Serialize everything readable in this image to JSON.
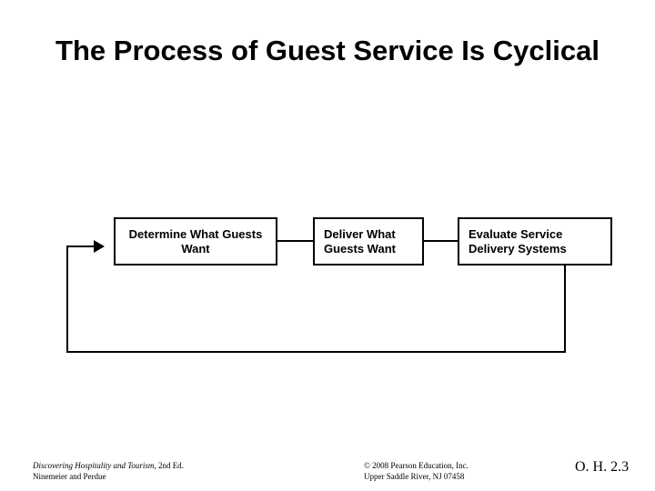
{
  "slide": {
    "title": "The Process of Guest Service Is Cyclical",
    "background_color": "#ffffff",
    "text_color": "#000000"
  },
  "diagram": {
    "type": "cycle-flow",
    "boxes": [
      {
        "id": "determine",
        "label": "Determine What Guests Want"
      },
      {
        "id": "deliver",
        "label": "Deliver What Guests Want"
      },
      {
        "id": "evaluate",
        "label": "Evaluate Service Delivery Systems"
      }
    ],
    "connectors": [
      {
        "from": "determine",
        "to": "deliver",
        "style": "line"
      },
      {
        "from": "deliver",
        "to": "evaluate",
        "style": "line"
      },
      {
        "from": "evaluate",
        "to": "determine",
        "style": "feedback-loop-arrow"
      }
    ]
  },
  "footer": {
    "source_title": "Discovering Hospitality and Tourism",
    "source_edition": ", 2nd Ed.",
    "source_authors": "Ninemeier and Perdue",
    "copyright_line1": "© 2008 Pearson Education, Inc.",
    "copyright_line2": "Upper Saddle River, NJ 07458",
    "slide_number": "O. H. 2.3"
  }
}
